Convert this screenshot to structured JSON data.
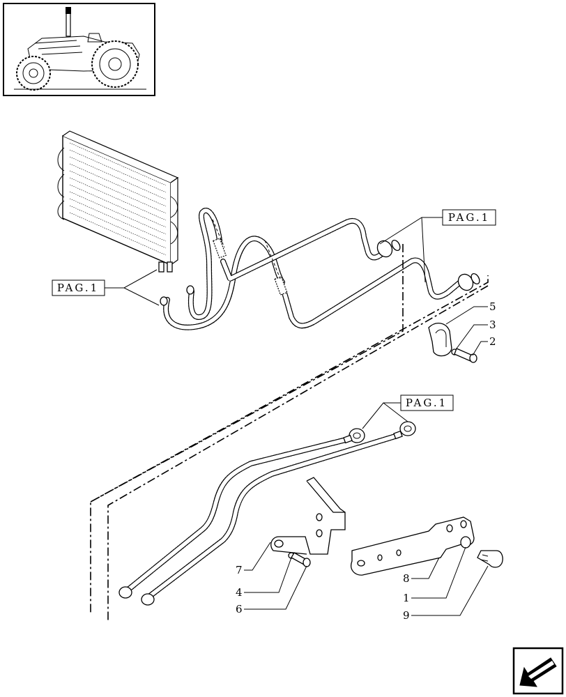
{
  "diagram": {
    "reference_labels": [
      {
        "id": "ref-top-right",
        "text": "PAG.1"
      },
      {
        "id": "ref-left",
        "text": "PAG.1"
      },
      {
        "id": "ref-middle",
        "text": "PAG.1"
      }
    ],
    "callouts": [
      {
        "id": "c5",
        "text": "5"
      },
      {
        "id": "c3",
        "text": "3"
      },
      {
        "id": "c2",
        "text": "2"
      },
      {
        "id": "c7",
        "text": "7"
      },
      {
        "id": "c4",
        "text": "4"
      },
      {
        "id": "c6",
        "text": "6"
      },
      {
        "id": "c8",
        "text": "8"
      },
      {
        "id": "c1",
        "text": "1"
      },
      {
        "id": "c9",
        "text": "9"
      }
    ]
  },
  "icons": {
    "thumbnail": "tractor-thumbnail-icon",
    "navigation": "page-back-arrow-icon"
  }
}
